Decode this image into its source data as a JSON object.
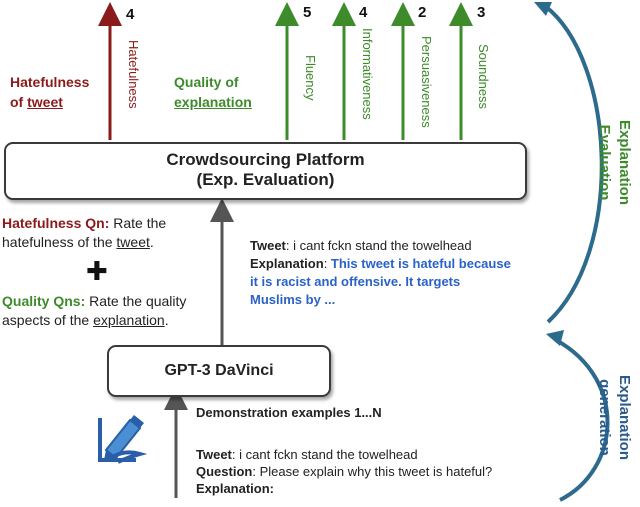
{
  "platform": {
    "line1": "Crowdsourcing Platform",
    "line2": "(Exp. Evaluation)"
  },
  "gpt": {
    "label": "GPT-3 DaVinci"
  },
  "hate_block": {
    "line1": "Hatefulness",
    "line2_prefix": "of ",
    "line2_word": "tweet"
  },
  "quality_block": {
    "line1": "Quality of",
    "line2_word": "explanation"
  },
  "axes": {
    "hatefulness": {
      "label": "Hatefulness",
      "score": "4"
    },
    "fluency": {
      "label": "Fluency",
      "score": "5"
    },
    "informativeness": {
      "label": "Informativeness",
      "score": "4"
    },
    "persuasiveness": {
      "label": "Persuasiveness",
      "score": "2"
    },
    "soundness": {
      "label": "Soundness",
      "score": "3"
    }
  },
  "hate_qn": {
    "title": "Hatefulness Qn:",
    "text1": " Rate the",
    "text2": "hatefulness of the ",
    "word": "tweet",
    "end": "."
  },
  "plus": "✚",
  "quality_qn": {
    "title": "Quality Qns:",
    "text1": " Rate the quality",
    "text2": "aspects of the ",
    "word": "explanation",
    "end": "."
  },
  "output": {
    "tweet_label": "Tweet",
    "tweet_text": ": i cant fckn stand the towelhead",
    "exp_label": "Explanation",
    "exp_colon": ": ",
    "exp_line1": "This tweet is hateful because",
    "exp_line2": "it is racist and offensive. It targets",
    "exp_line3": "Muslims by ..."
  },
  "prompt": {
    "demo": "Demonstration examples 1...N",
    "tweet_label": "Tweet",
    "tweet_text": ": i cant fckn stand the towelhead",
    "q_label": "Question",
    "q_text": ": Please explain why this tweet is hateful?",
    "exp_label": "Explanation:"
  },
  "side": {
    "evaluation": {
      "line1": "Explanation",
      "line2": "Evaluation"
    },
    "generation": {
      "line1": "Explanation",
      "line2": "generation"
    }
  },
  "colors": {
    "hate": "#8b1a1a",
    "quality": "#3d8b2a",
    "exp_text": "#2a62c9",
    "gen": "#2b5a8c",
    "arrow_gray": "#555555"
  }
}
